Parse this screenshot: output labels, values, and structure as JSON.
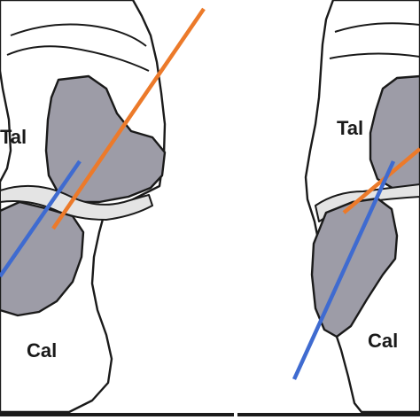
{
  "colors": {
    "shade": "#9d9ca7",
    "cartilage": "#e4e4e4",
    "outline": "#1a1a1a",
    "line_orange": "#ec7a2a",
    "line_blue": "#3f6bd0"
  },
  "panels": [
    {
      "label_talus": "Tal",
      "label_calcaneus": "Cal"
    },
    {
      "label_talus": "Tal",
      "label_calcaneus": "Cal"
    }
  ]
}
